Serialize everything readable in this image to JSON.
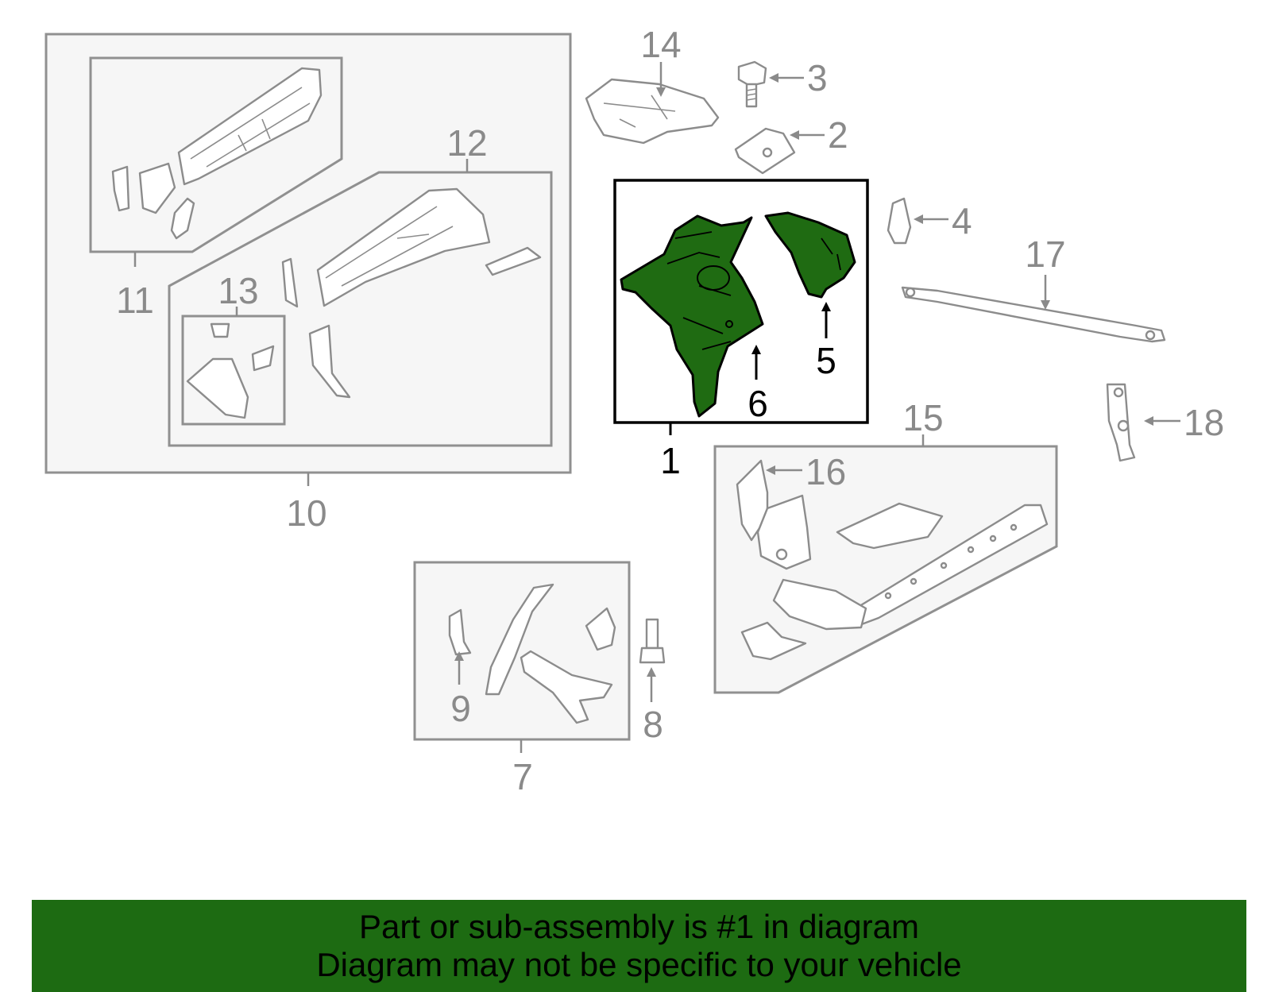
{
  "callouts": {
    "c1": "1",
    "c2": "2",
    "c3": "3",
    "c4": "4",
    "c5": "5",
    "c6": "6",
    "c7": "7",
    "c8": "8",
    "c9": "9",
    "c10": "10",
    "c11": "11",
    "c12": "12",
    "c13": "13",
    "c14": "14",
    "c15": "15",
    "c16": "16",
    "c17": "17",
    "c18": "18"
  },
  "banner": {
    "line1": "Part or sub-assembly is #1 in diagram",
    "line2": "Diagram may not be specific to your vehicle"
  },
  "colors": {
    "highlight": "#1f6b12",
    "banner": "#1d6b12",
    "group_box_stroke": "#909090",
    "callout_gray": "#8a8a8a"
  }
}
